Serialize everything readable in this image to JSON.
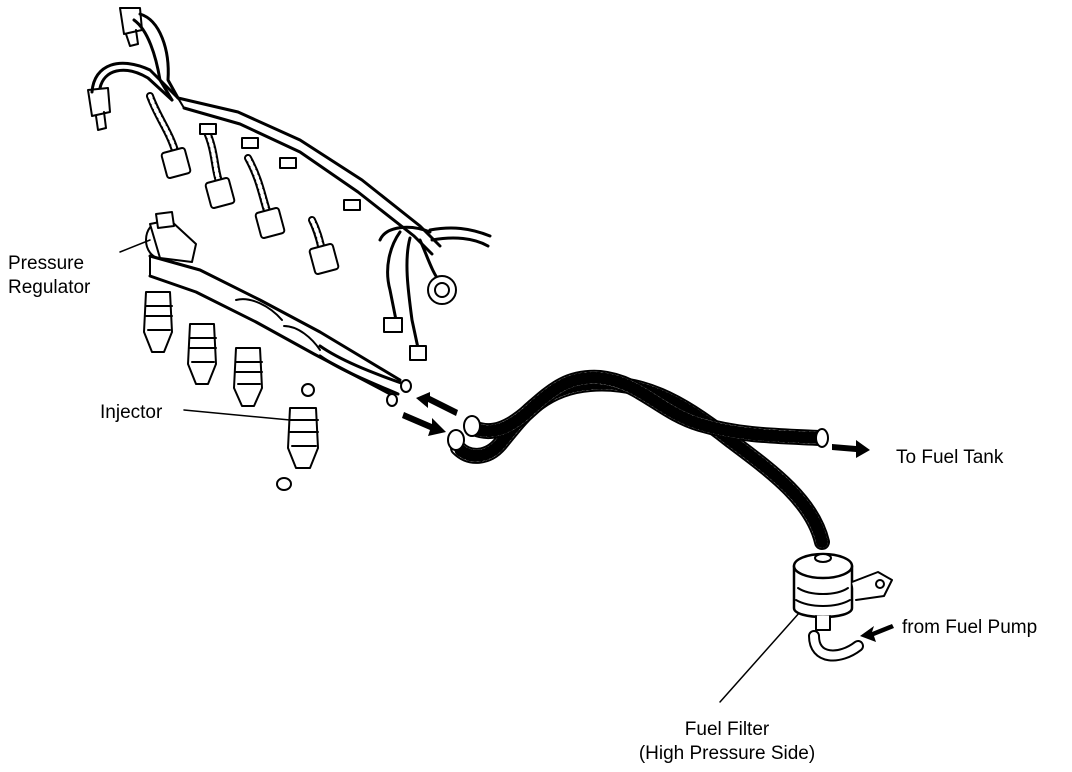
{
  "labels": {
    "pressure_regulator": [
      "Pressure",
      "Regulator"
    ],
    "injector": "Injector",
    "to_fuel_tank": "To Fuel Tank",
    "from_fuel_pump": "from Fuel Pump",
    "fuel_filter": [
      "Fuel Filter",
      "(High Pressure Side)"
    ]
  },
  "colors": {
    "line": "#000000",
    "background": "#ffffff"
  }
}
